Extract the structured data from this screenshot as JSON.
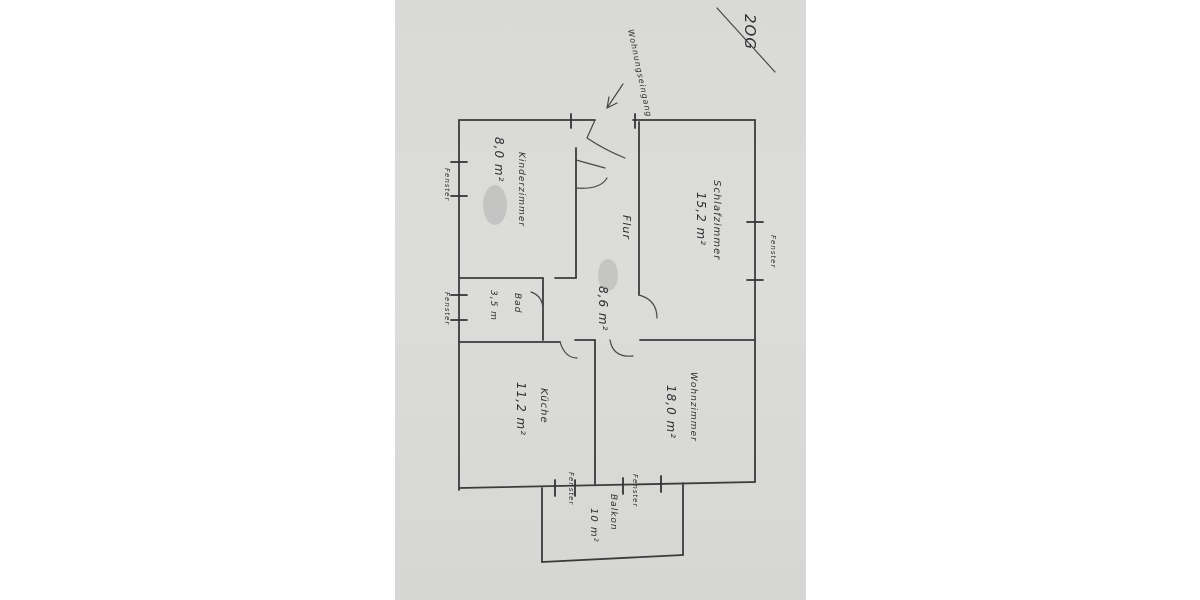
{
  "title": "2OG",
  "entrance_label": "Wohnungseingang",
  "window_label": "Fenster",
  "rooms": {
    "kinderzimmer": {
      "name": "Kinderzimmer",
      "area": "8,0 m²"
    },
    "schlafzimmer": {
      "name": "Schlafzimmer",
      "area": "15,2 m²"
    },
    "flur": {
      "name": "Flur",
      "area": "8,6 m²"
    },
    "bad": {
      "name": "Bad",
      "area": "3,5 m"
    },
    "kueche": {
      "name": "Küche",
      "area": "11,2 m²"
    },
    "wohnzimmer": {
      "name": "Wohnzimmer",
      "area": "18,0 m²"
    },
    "balkon": {
      "name": "Balkon",
      "area": "10 m²"
    }
  },
  "colors": {
    "paper": "#d9d9d7",
    "pencil": "#3b3b3b"
  }
}
